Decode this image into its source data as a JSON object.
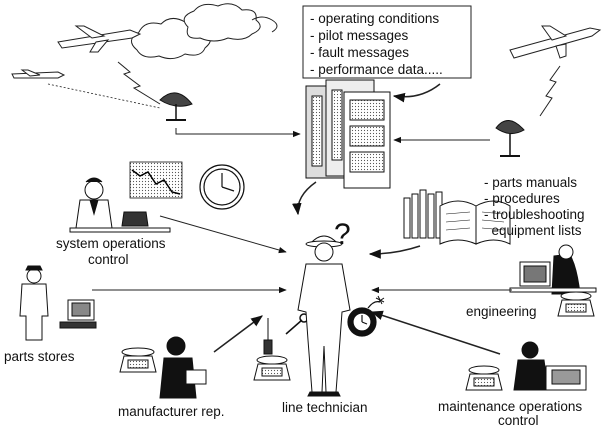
{
  "callout": {
    "items": [
      "- operating conditions",
      "- pilot messages",
      "- fault messages",
      "- performance data....."
    ]
  },
  "documents": {
    "items": [
      "- parts manuals",
      "- procedures",
      "- troubleshooting",
      "  equipment lists"
    ]
  },
  "labels": {
    "system_operations_1": "system operations",
    "system_operations_2": "control",
    "parts_stores": "parts stores",
    "manufacturer_rep": "manufacturer rep.",
    "line_technician": "line technician",
    "engineering": "engineering",
    "maintenance_ops_1": "maintenance operations",
    "maintenance_ops_2": "control"
  },
  "central": {
    "question_mark": "?"
  }
}
